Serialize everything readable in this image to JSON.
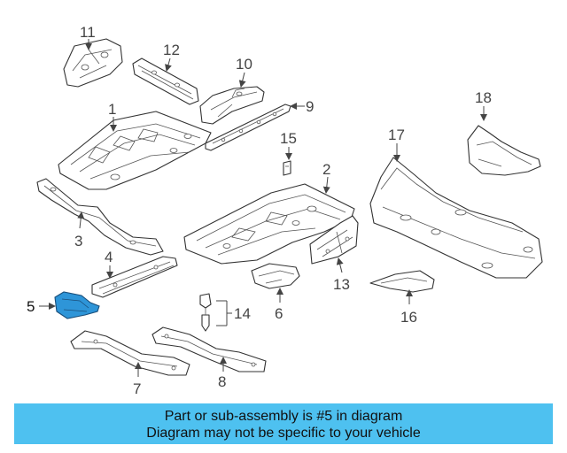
{
  "diagram": {
    "highlight_color": "#2e95d8",
    "callouts": {
      "c1": "1",
      "c2": "2",
      "c3": "3",
      "c4": "4",
      "c5": "5",
      "c6": "6",
      "c7": "7",
      "c8": "8",
      "c9": "9",
      "c10": "10",
      "c11": "11",
      "c12": "12",
      "c13": "13",
      "c14": "14",
      "c15": "15",
      "c16": "16",
      "c17": "17",
      "c18": "18"
    }
  },
  "banner": {
    "line1": "Part or sub-assembly is #5 in diagram",
    "line2": "Diagram may not be specific to your vehicle",
    "background": "#4ec1f0"
  }
}
